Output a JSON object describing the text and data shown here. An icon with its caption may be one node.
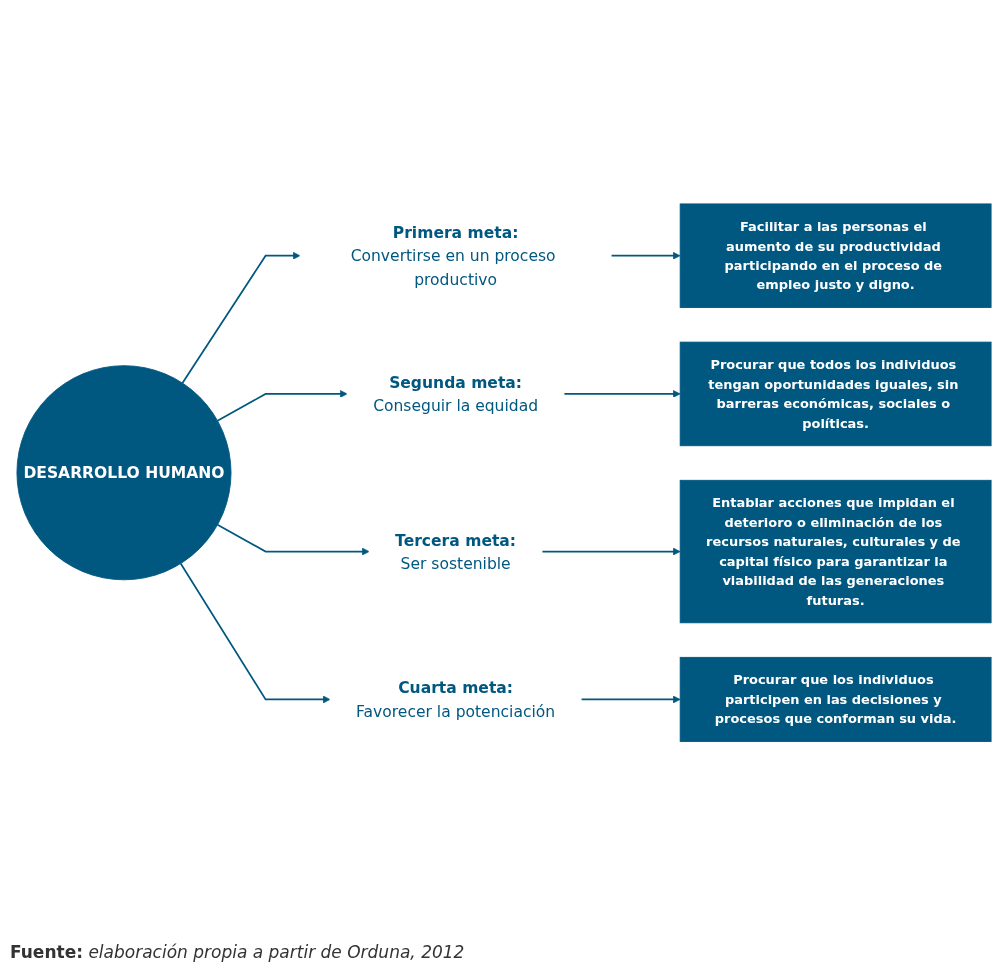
{
  "diagram": {
    "caption": "**Fuente:** *elaboración propia a partir de Orduna, 2012*",
    "nodes": [
      {
        "text": [
          "DESARROLLO HUMANO"
        ]
      },
      {
        "text": [
          "Primera meta:",
          "Convertirse en un proceso productivo"
        ]
      },
      {
        "text": [
          "Segunda meta:",
          "Conseguir la equidad"
        ]
      },
      {
        "text": [
          "Tercera meta:",
          "Ser sostenible"
        ]
      },
      {
        "text": [
          "Cuarta meta:",
          "Favorecer la potenciación"
        ]
      },
      {
        "text": [
          "Facilitar a las personas el aumento de su productividad participando en el proceso de empleo justo y digno."
        ]
      },
      {
        "text": [
          "Procurar que todos los individuos tengan oportunidades iguales, sin barreras económicas, sociales o políticas."
        ]
      },
      {
        "text": [
          "Entablar acciones que impidan el deterioro o eliminación de los recursos naturales, culturales y de capital físico para garantizar la viabilidad de las generaciones futuras."
        ]
      },
      {
        "text": [
          "Procurar que los individuos participen en las decisiones y procesos que conforman su vida."
        ]
      }
    ],
    "edges": [
      {
        "from": 0,
        "to": 1,
        "arrow": "to"
      },
      {
        "from": 0,
        "to": 2,
        "arrow": "to"
      },
      {
        "from": 0,
        "to": 3,
        "arrow": "to"
      },
      {
        "from": 0,
        "to": 4,
        "arrow": "to"
      },
      {
        "from": 1,
        "to": 5,
        "arrow": "to"
      },
      {
        "from": 2,
        "to": 6,
        "arrow": "to"
      },
      {
        "from": 3,
        "to": 7,
        "arrow": "to"
      },
      {
        "from": 4,
        "to": 8,
        "arrow": "to"
      }
    ]
  }
}
